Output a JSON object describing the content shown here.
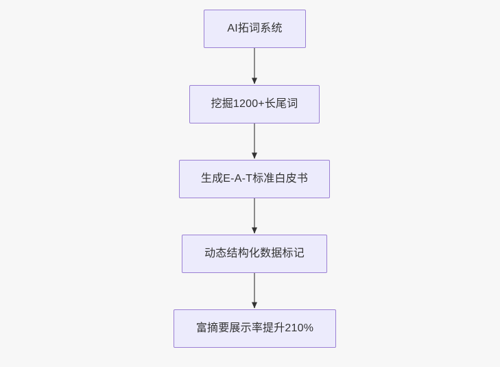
{
  "diagram": {
    "type": "flowchart",
    "direction": "top-to-bottom",
    "background_color": "#f7f7f7",
    "node_fill_color": "#ecebfc",
    "node_border_color": "#9a7fd4",
    "node_text_color": "#333333",
    "edge_color": "#8a8a8a",
    "arrowhead_color": "#333333",
    "nodes": [
      {
        "id": "node-0",
        "label": "AI拓词系统"
      },
      {
        "id": "node-1",
        "label": "挖掘1200+长尾词"
      },
      {
        "id": "node-2",
        "label": "生成E-A-T标准白皮书"
      },
      {
        "id": "node-3",
        "label": "动态结构化数据标记"
      },
      {
        "id": "node-4",
        "label": "富摘要展示率提升210%"
      }
    ],
    "edges": [
      {
        "id": "edge-0",
        "from": "node-0",
        "to": "node-1",
        "label": ""
      },
      {
        "id": "edge-1",
        "from": "node-1",
        "to": "node-2",
        "label": ""
      },
      {
        "id": "edge-2",
        "from": "node-2",
        "to": "node-3",
        "label": ""
      },
      {
        "id": "edge-3",
        "from": "node-3",
        "to": "node-4",
        "label": ""
      }
    ]
  }
}
